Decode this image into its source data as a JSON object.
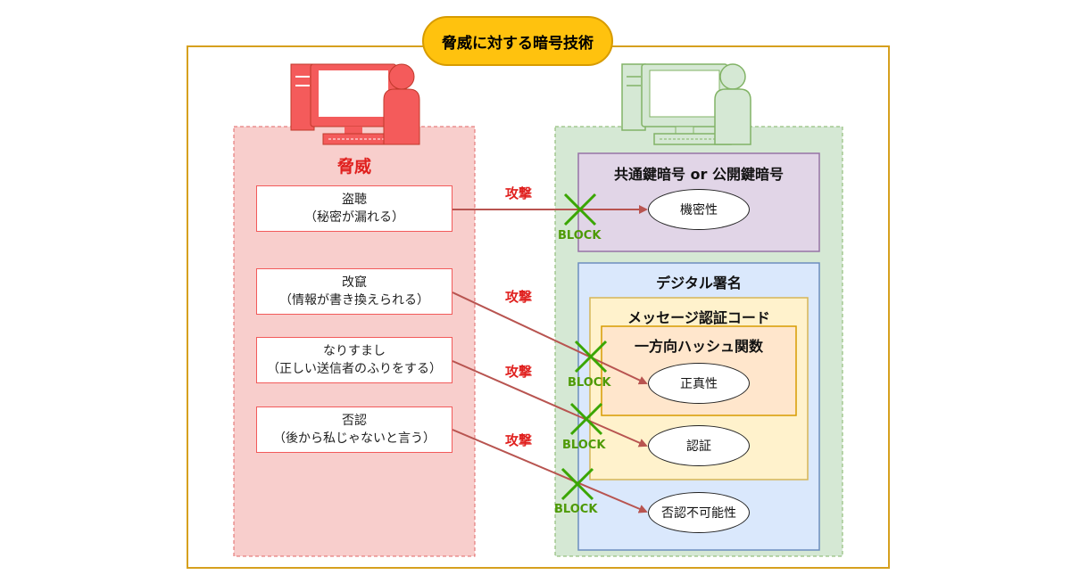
{
  "title": "脅威に対する暗号技術",
  "threat_panel": {
    "title": "脅威",
    "threats": [
      {
        "line1": "盗聴",
        "line2": "（秘密が漏れる）"
      },
      {
        "line1": "改竄",
        "line2": "（情報が書き換えられる）"
      },
      {
        "line1": "なりすまし",
        "line2": "（正しい送信者のふりをする）"
      },
      {
        "line1": "否認",
        "line2": "（後から私じゃないと言う）"
      }
    ]
  },
  "attack_label": "攻撃",
  "block_label": "BLOCK",
  "defense_panel": {
    "crypto_group": "共通鍵暗号 or 公開鍵暗号",
    "signature_group": "デジタル署名",
    "mac_group": "メッセージ認証コード",
    "hash_group": "一方向ハッシュ関数",
    "properties": {
      "confidentiality": "機密性",
      "integrity": "正真性",
      "authentication": "認証",
      "non_repudiation": "否認不可能性"
    }
  },
  "colors": {
    "threat_red": "#e0201e",
    "arrow": "#b85450",
    "block_green": "#4e9a06",
    "frame_orange": "#d6a01e"
  }
}
